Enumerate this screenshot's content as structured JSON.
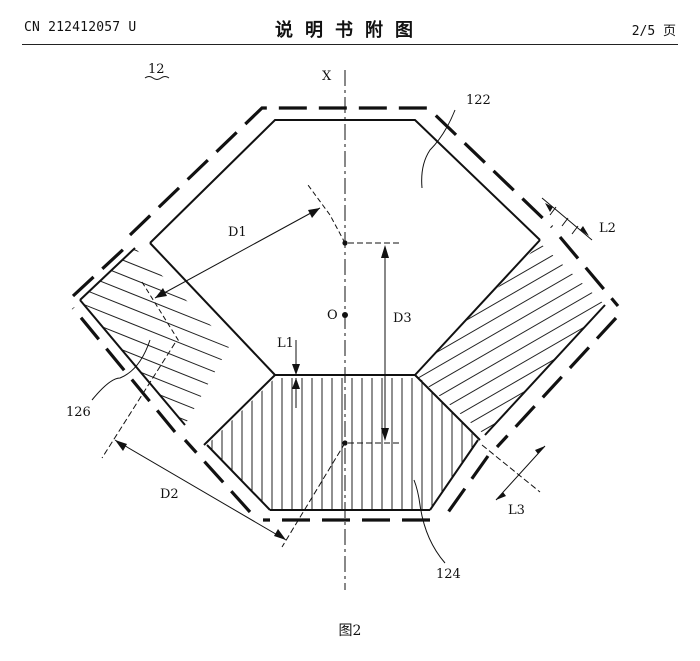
{
  "header": {
    "pub_number": "CN 212412057 U",
    "section_title": "说明书附图",
    "page_indicator": "2/5 页"
  },
  "figure": {
    "ref_main": "12",
    "axis_label": "X",
    "origin_label": "O",
    "labels": {
      "part_122": "122",
      "part_124": "124",
      "part_126": "126",
      "dim_d1": "D1",
      "dim_d2": "D2",
      "dim_d3": "D3",
      "dim_l1": "L1",
      "dim_l2": "L2",
      "dim_l3": "L3"
    },
    "caption": "图2"
  }
}
